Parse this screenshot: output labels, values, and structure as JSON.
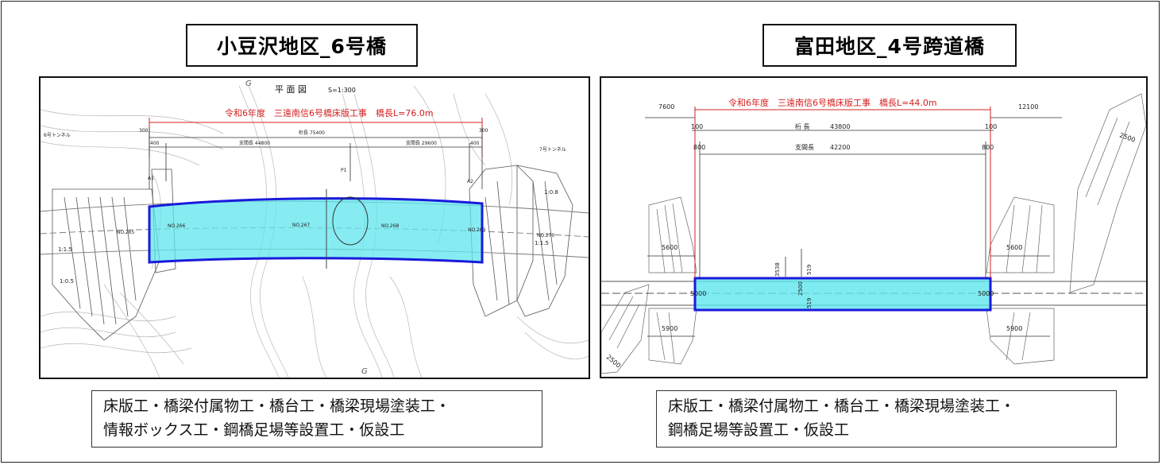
{
  "left_panel": {
    "title": "小豆沢地区_6号橋",
    "drawing": {
      "view_label": "平 面 図",
      "scale": "S=1:300",
      "project": "令和6年度　三遠南信6号橋床版工事　橋長L=76.0m",
      "dims": {
        "left_end": "300",
        "right_end": "300",
        "girder_length": "桁長 75400",
        "left_support": "400",
        "right_support": "400",
        "span_left": "支間長 44800",
        "span_right": "支間長 29600"
      },
      "stations": [
        "NO.265",
        "NO.266",
        "NO.267",
        "NO.268",
        "NO.269",
        "NO.270"
      ],
      "labels": {
        "tunnel_left": "6号トンネル",
        "tunnel_right": "7号トンネル",
        "abut_a1": "A1",
        "abut_a2": "A2",
        "pier_p1": "P1",
        "slope_left": "1:1.5",
        "slope_right": "1:0.8",
        "slope_right2": "1:1.5",
        "slope_left2": "1:0.5",
        "g_top": "G",
        "g_bottom": "G"
      }
    },
    "caption_lines": [
      "床版工・橋梁付属物工・橋台工・橋梁現場塗装工・",
      "情報ボックス工・鋼橋足場等設置工・仮設工"
    ]
  },
  "right_panel": {
    "title": "富田地区_4号跨道橋",
    "drawing": {
      "project": "令和6年度　三遠南信6号橋床版工事　橋長L=44.0m",
      "dims": {
        "left_outer": "7600",
        "right_outer": "12100",
        "left_end": "100",
        "right_end": "100",
        "girder_label": "桁 長",
        "girder_value": "43800",
        "span_label": "支間長",
        "span_value": "42200",
        "left_support": "800",
        "right_support": "800",
        "left_w1": "5600",
        "right_w1": "5600",
        "left_w2": "5900",
        "right_w2": "5900",
        "left_w3": "5000",
        "right_w3": "5000",
        "mid_a": "3538",
        "mid_b": "519",
        "mid_c": "2500",
        "mid_d": "519",
        "corner_tr": "2500",
        "corner_bl": "2500"
      }
    },
    "caption_lines": [
      "床版工・橋梁付属物工・橋台工・橋梁現場塗装工・",
      "鋼橋足場等設置工・仮設工"
    ]
  },
  "colors": {
    "highlight_fill": "#5ee6ee",
    "highlight_stroke": "#1a1adb",
    "annotation_red": "#d42020"
  }
}
